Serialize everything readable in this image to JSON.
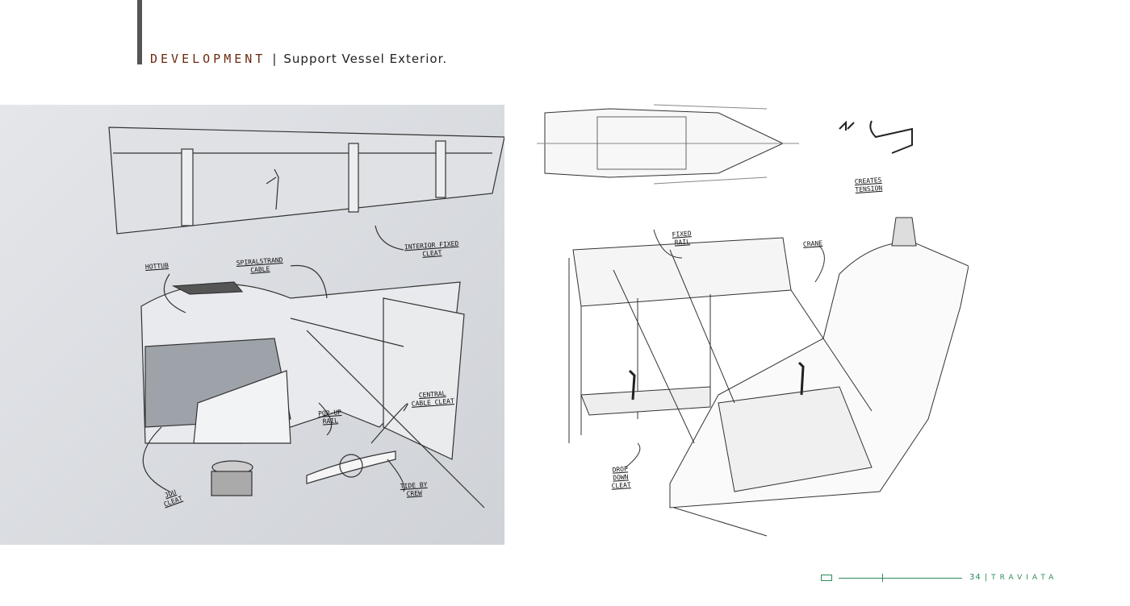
{
  "header": {
    "section": "DEVELOPMENT",
    "separator": "|",
    "title": "Support Vessel Exterior."
  },
  "left_sketch": {
    "notes": {
      "hottub": "HOTTUB",
      "spiralstrand": "SPIRALSTRAND CABLE",
      "interior_cleat": "INTERIOR FIXED CLEAT",
      "popup_rail": "POP-UP RAIL",
      "central_cleat": "CENTRAL CABLE CLEAT",
      "jdu_cleat": "JDU CLEAT",
      "tide_by_crew": "TIDE BY CREW"
    }
  },
  "right_sketch": {
    "notes": {
      "fixed_rail": "FIXED RAIL",
      "crane": "CRANE",
      "drop_down": "DROP DOWN CLEAT",
      "creates_tension": "CREATES TENSION"
    }
  },
  "footer": {
    "page_number": "34",
    "separator": "|",
    "brand": "TRAVIATA",
    "accent": "#2e8a5a"
  }
}
